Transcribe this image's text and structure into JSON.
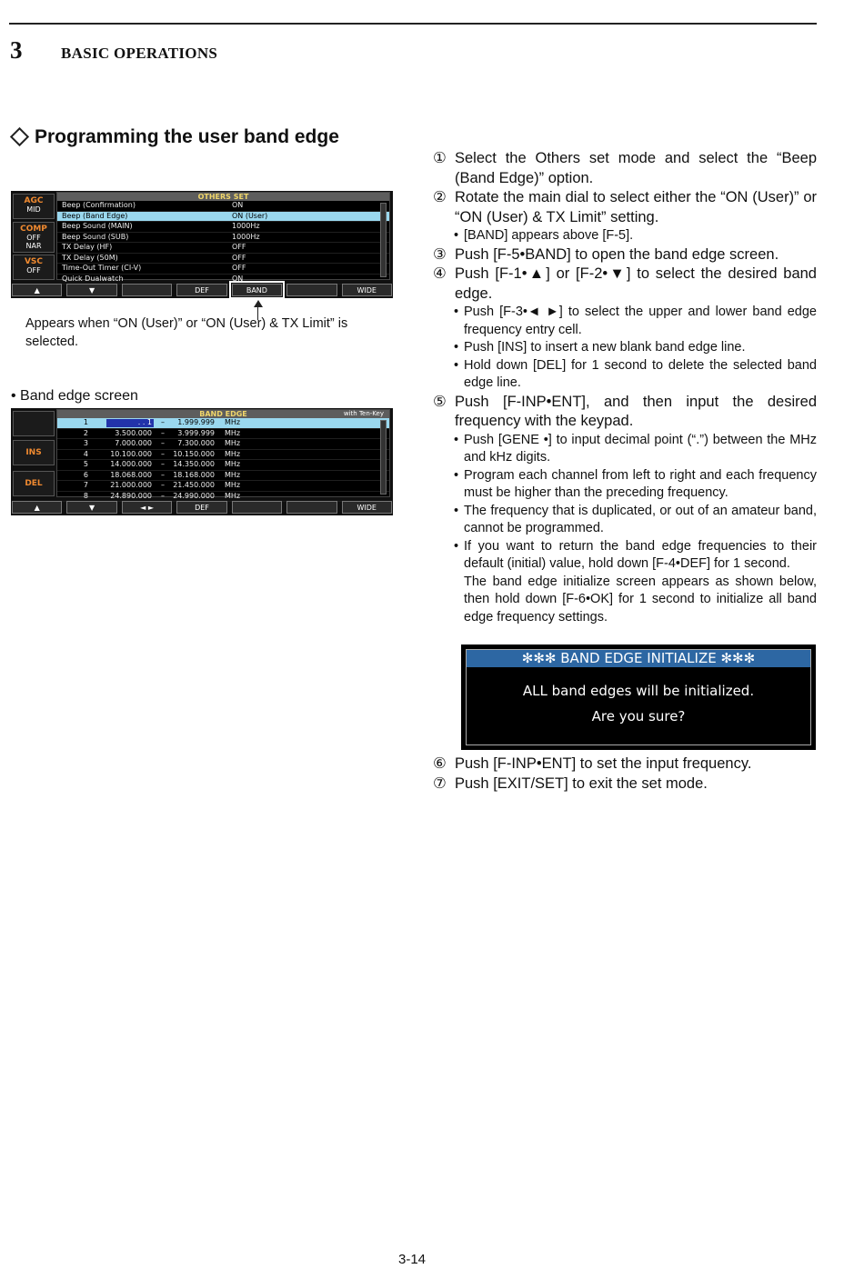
{
  "header": {
    "chapter_num": "3",
    "chapter_title": "BASIC OPERATIONS"
  },
  "section_title": "Programming the user band edge",
  "others_screen": {
    "title": "OTHERS  SET",
    "side": [
      {
        "top": "AGC",
        "bottom": "MID"
      },
      {
        "top": "COMP",
        "mid": "OFF",
        "bottom": "NAR"
      },
      {
        "top": "VSC",
        "bottom": "OFF"
      }
    ],
    "rows": [
      {
        "label": "Beep  (Confirmation)",
        "value": "ON"
      },
      {
        "label": "Beep  (Band  Edge)",
        "value": "ON  (User)"
      },
      {
        "label": "Beep  Sound  (MAIN)",
        "value": "1000Hz"
      },
      {
        "label": "Beep  Sound  (SUB)",
        "value": "1000Hz"
      },
      {
        "label": "TX  Delay  (HF)",
        "value": "OFF"
      },
      {
        "label": "TX  Delay  (50M)",
        "value": "OFF"
      },
      {
        "label": "Time-Out  Timer  (CI-V)",
        "value": "OFF"
      },
      {
        "label": "Quick  Dualwatch",
        "value": "ON"
      }
    ],
    "fkeys": [
      "▲",
      "▼",
      "",
      "DEF",
      "BAND",
      "",
      "WIDE"
    ]
  },
  "caption": "Appears when “ON (User)” or “ON (User) & TX Limit” is selected.",
  "band_edge_label": "• Band edge screen",
  "band_edge_screen": {
    "title": "BAND  EDGE",
    "right_label": "with  Ten-Key",
    "side": [
      "",
      "INS",
      "DEL"
    ],
    "first_row_cursor": ".   .   1",
    "rows": [
      {
        "n": "1",
        "f1": "",
        "f2": "1.999.999",
        "u": "MHz"
      },
      {
        "n": "2",
        "f1": "3.500.000",
        "f2": "3.999.999",
        "u": "MHz"
      },
      {
        "n": "3",
        "f1": "7.000.000",
        "f2": "7.300.000",
        "u": "MHz"
      },
      {
        "n": "4",
        "f1": "10.100.000",
        "f2": "10.150.000",
        "u": "MHz"
      },
      {
        "n": "5",
        "f1": "14.000.000",
        "f2": "14.350.000",
        "u": "MHz"
      },
      {
        "n": "6",
        "f1": "18.068.000",
        "f2": "18.168.000",
        "u": "MHz"
      },
      {
        "n": "7",
        "f1": "21.000.000",
        "f2": "21.450.000",
        "u": "MHz"
      },
      {
        "n": "8",
        "f1": "24.890.000",
        "f2": "24.990.000",
        "u": "MHz"
      }
    ],
    "dash": "–",
    "fkeys": [
      "▲",
      "▼",
      "◄ ►",
      "DEF",
      "",
      "",
      "WIDE"
    ]
  },
  "steps": [
    {
      "num": "①",
      "text": "Select the Others set mode and select the “Beep (Band Edge)” option."
    },
    {
      "num": "②",
      "text": "Rotate the main dial to select either the “ON (User)” or “ON (User) & TX Limit” setting."
    },
    {
      "num": "③",
      "text": "Push [F-5•BAND] to open the band edge screen."
    },
    {
      "num": "④",
      "text": "Push [F-1•▲] or [F-2•▼] to select the desired band edge."
    },
    {
      "num": "⑤",
      "text": "Push [F-INP•ENT], and then input the desired frequency with the keypad."
    },
    {
      "num": "⑥",
      "text": "Push [F-INP•ENT] to set the input frequency."
    },
    {
      "num": "⑦",
      "text": "Push [EXIT/SET] to exit the set mode."
    }
  ],
  "subs": {
    "s2": [
      "[BAND] appears above [F-5]."
    ],
    "s4": [
      "Push [F-3•◄ ►] to select the upper and lower band edge frequency entry cell.",
      "Push [INS] to insert a new blank band edge line.",
      "Hold down [DEL] for 1 second to delete the selected band edge line."
    ],
    "s5": [
      "Push [GENE •] to input decimal point (“.”) between the MHz and kHz digits.",
      "Program each channel from left to right and each frequency must be higher than the preceding frequency.",
      "The frequency that is duplicated, or out of an amateur band, cannot be programmed.",
      "If you want to return the band edge frequencies to their default (initial) value, hold down [F-4•DEF] for 1 second."
    ],
    "s5_cont": "The band edge initialize screen appears as shown below, then hold down [F-6•OK] for 1 second to initialize all band edge frequency settings."
  },
  "bullet": "•",
  "init_screen": {
    "title": "✻✻✻  BAND  EDGE  INITIALIZE  ✻✻✻",
    "line1": "ALL  band  edges  will  be  initialized.",
    "line2": "Are  you  sure?"
  },
  "page_number": "3-14"
}
